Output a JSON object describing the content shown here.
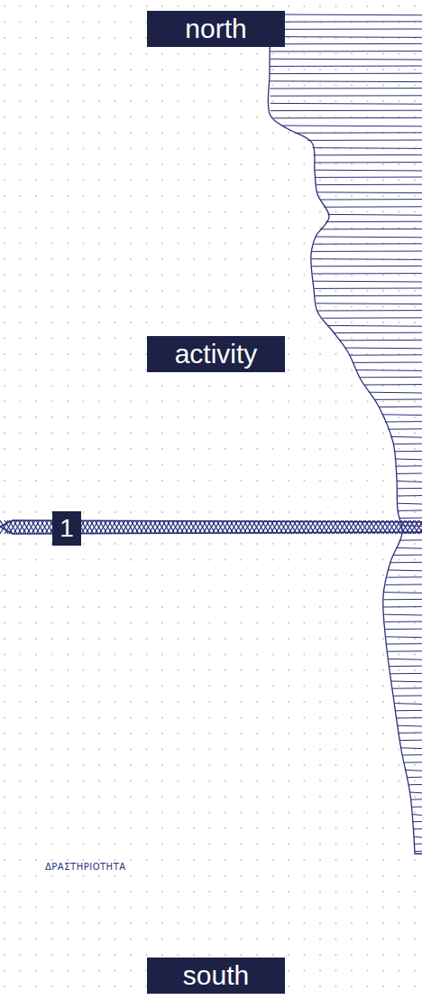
{
  "diagram": {
    "labels": [
      "north",
      "activity",
      "1",
      "ΔΡΑΣΤΗΡΙΟΤΗΤΑ",
      "south"
    ]
  }
}
